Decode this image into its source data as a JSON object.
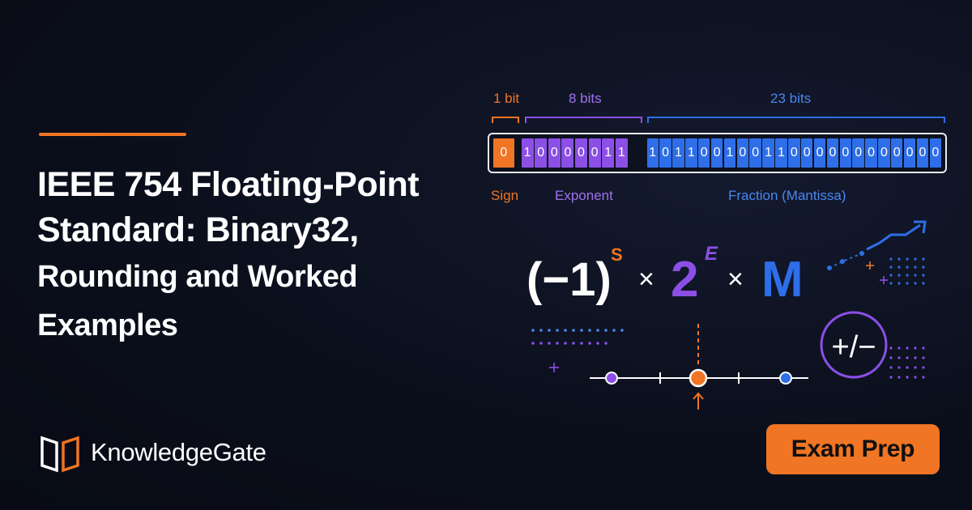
{
  "title": {
    "line1": "IEEE 754 Floating-Point",
    "line2": "Standard: Binary32,",
    "line3": "Rounding and Worked Examples"
  },
  "brand": {
    "name": "KnowledgeGate",
    "logo_icon": "open-book-logo-icon"
  },
  "bit_field": {
    "sign_size": "1 bit",
    "exponent_size": "8 bits",
    "fraction_size": "23 bits",
    "sign_bits": "0",
    "exponent_bits": "10000011",
    "fraction_bits": "10110010011000000000000",
    "sign_label": "Sign",
    "exponent_label": "Exponent",
    "fraction_label": "Fraction (Mantissa)"
  },
  "formula": {
    "base": "(−1)",
    "sign_exp": "S",
    "times1": "×",
    "two": "2",
    "exp": "E",
    "times2": "×",
    "mantissa": "M"
  },
  "colors": {
    "sign": "#f07524",
    "exponent": "#8b4fe6",
    "fraction": "#2e6ee8",
    "accent": "#f07524",
    "background": "#0b0f1c"
  },
  "exam_button": {
    "label": "Exam Prep"
  },
  "plus_minus_symbol": "+/−"
}
